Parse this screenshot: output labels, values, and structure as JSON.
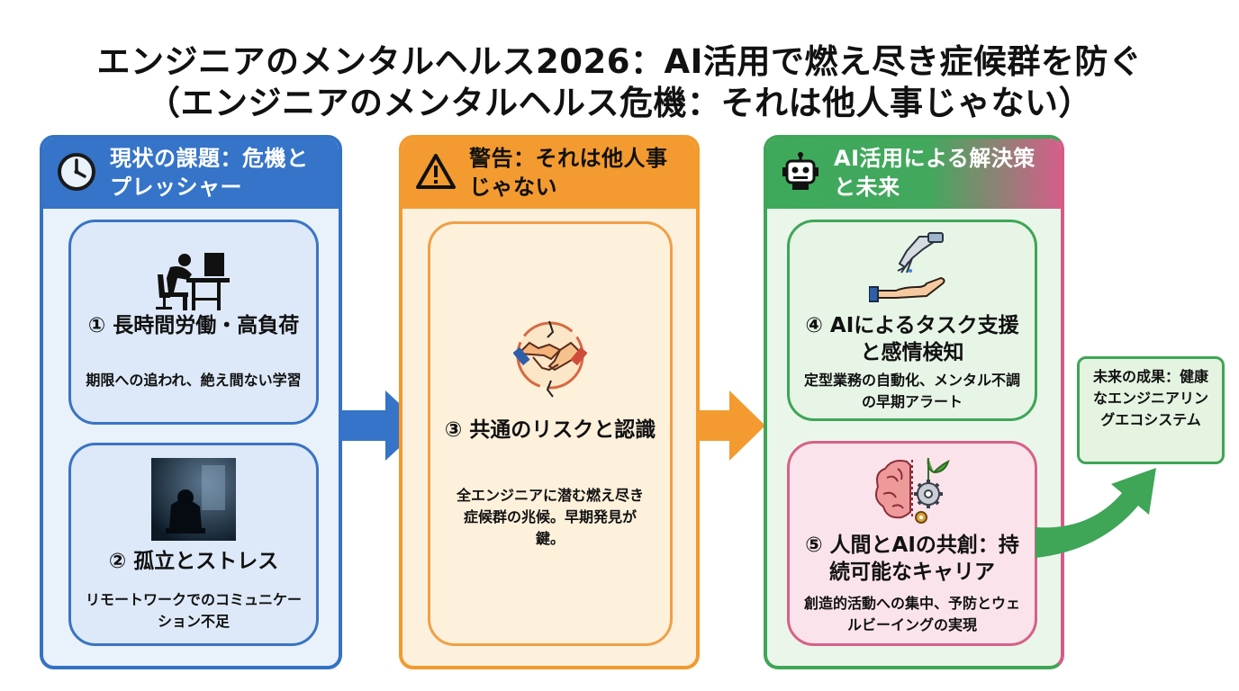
{
  "title": {
    "line1": "エンジニアのメンタルヘルス2026：AI活用で燃え尽き症候群を防ぐ",
    "line2": "（エンジニアのメンタルヘルス危機：それは他人事じゃない）"
  },
  "columns": {
    "current": {
      "header": "現状の課題：危機とプレッシャー",
      "header_icon": "clock-icon",
      "color": "#3574c8",
      "cards": [
        {
          "title": "① 長時間労働・高負荷",
          "desc": "期限への追われ、絶え間ない学習",
          "icon": "overworked-person-icon"
        },
        {
          "title": "② 孤立とストレス",
          "desc": "リモートワークでのコミュニケーション不足",
          "icon": "isolated-person-icon"
        }
      ]
    },
    "warning": {
      "header": "警告：それは他人事じゃない",
      "header_icon": "warning-triangle-icon",
      "color": "#f39b30",
      "cards": [
        {
          "title": "③ 共通のリスクと認識",
          "desc": "全エンジニアに潜む燃え尽き症候群の兆候。早期発見が鍵。",
          "icon": "broken-handshake-icon"
        }
      ]
    },
    "solution": {
      "header": "AI活用による解決策と未来",
      "header_icon": "robot-icon",
      "color": "#3ea95b",
      "cards": [
        {
          "title": "④ AIによるタスク支援と感情検知",
          "desc": "定型業務の自動化、メンタル不調の早期アラート",
          "icon": "robot-hand-icon"
        },
        {
          "title": "⑤ 人間とAIの共創：持続可能なキャリア",
          "desc": "創造的活動への集中、予防とウェルビーイングの実現",
          "icon": "brain-gear-icon"
        }
      ]
    }
  },
  "future": {
    "text": "未来の成果：健康なエンジニアリングエコシステム"
  }
}
